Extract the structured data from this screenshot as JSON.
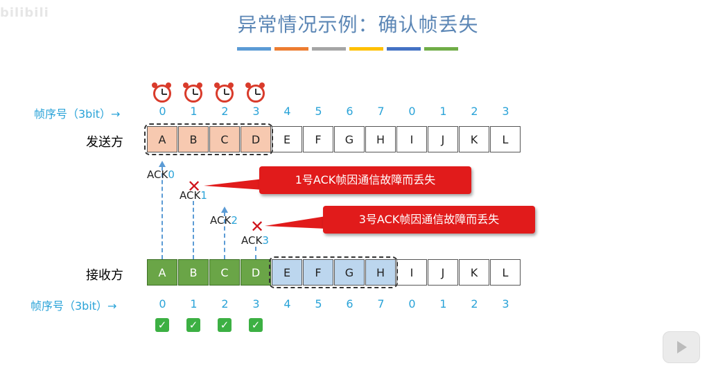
{
  "title": "异常情况示例：确认帧丢失",
  "watermark": "bilibili",
  "color_bar": [
    "#5b9bd5",
    "#ed7d31",
    "#a5a5a5",
    "#ffc000",
    "#4472c4",
    "#70ad47"
  ],
  "seq_label": "帧序号（3bit）→",
  "seq_numbers": [
    "0",
    "1",
    "2",
    "3",
    "4",
    "5",
    "6",
    "7",
    "0",
    "1",
    "2",
    "3"
  ],
  "sender": {
    "label": "发送方",
    "frames": [
      "A",
      "B",
      "C",
      "D",
      "E",
      "F",
      "G",
      "H",
      "I",
      "J",
      "K",
      "L"
    ]
  },
  "receiver": {
    "label": "接收方",
    "frames": [
      "A",
      "B",
      "C",
      "D",
      "E",
      "F",
      "G",
      "H",
      "I",
      "J",
      "K",
      "L"
    ]
  },
  "acks": [
    {
      "prefix": "ACK",
      "num": "0"
    },
    {
      "prefix": "ACK",
      "num": "1"
    },
    {
      "prefix": "ACK",
      "num": "2"
    },
    {
      "prefix": "ACK",
      "num": "3"
    }
  ],
  "callouts": [
    "1号ACK帧因通信故障而丢失",
    "3号ACK帧因通信故障而丢失"
  ],
  "icons": {
    "clock": "alarm-clock-icon",
    "check": "check-icon",
    "lost": "x-mark-icon",
    "play": "play-icon"
  }
}
